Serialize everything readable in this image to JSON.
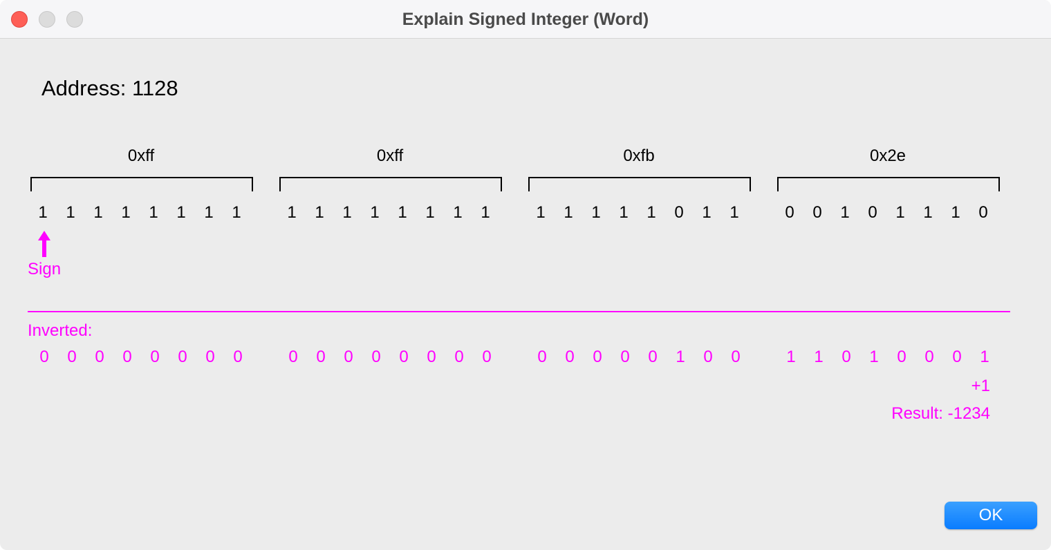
{
  "window": {
    "title": "Explain Signed Integer (Word)"
  },
  "address": {
    "label": "Address: 1128"
  },
  "bytes": [
    {
      "hex": "0xff",
      "bits": [
        "1",
        "1",
        "1",
        "1",
        "1",
        "1",
        "1",
        "1"
      ],
      "inverted": [
        "0",
        "0",
        "0",
        "0",
        "0",
        "0",
        "0",
        "0"
      ]
    },
    {
      "hex": "0xff",
      "bits": [
        "1",
        "1",
        "1",
        "1",
        "1",
        "1",
        "1",
        "1"
      ],
      "inverted": [
        "0",
        "0",
        "0",
        "0",
        "0",
        "0",
        "0",
        "0"
      ]
    },
    {
      "hex": "0xfb",
      "bits": [
        "1",
        "1",
        "1",
        "1",
        "1",
        "0",
        "1",
        "1"
      ],
      "inverted": [
        "0",
        "0",
        "0",
        "0",
        "0",
        "1",
        "0",
        "0"
      ]
    },
    {
      "hex": "0x2e",
      "bits": [
        "0",
        "0",
        "1",
        "0",
        "1",
        "1",
        "1",
        "0"
      ],
      "inverted": [
        "1",
        "1",
        "0",
        "1",
        "0",
        "0",
        "0",
        "1"
      ]
    }
  ],
  "annotations": {
    "sign_label": "Sign",
    "inverted_label": "Inverted:",
    "plus_one": "+1",
    "result": "Result: -1234"
  },
  "buttons": {
    "ok_label": "OK"
  },
  "colors": {
    "accent": "#ff00ff",
    "button": "#0a7cff",
    "close": "#fe5f57"
  }
}
